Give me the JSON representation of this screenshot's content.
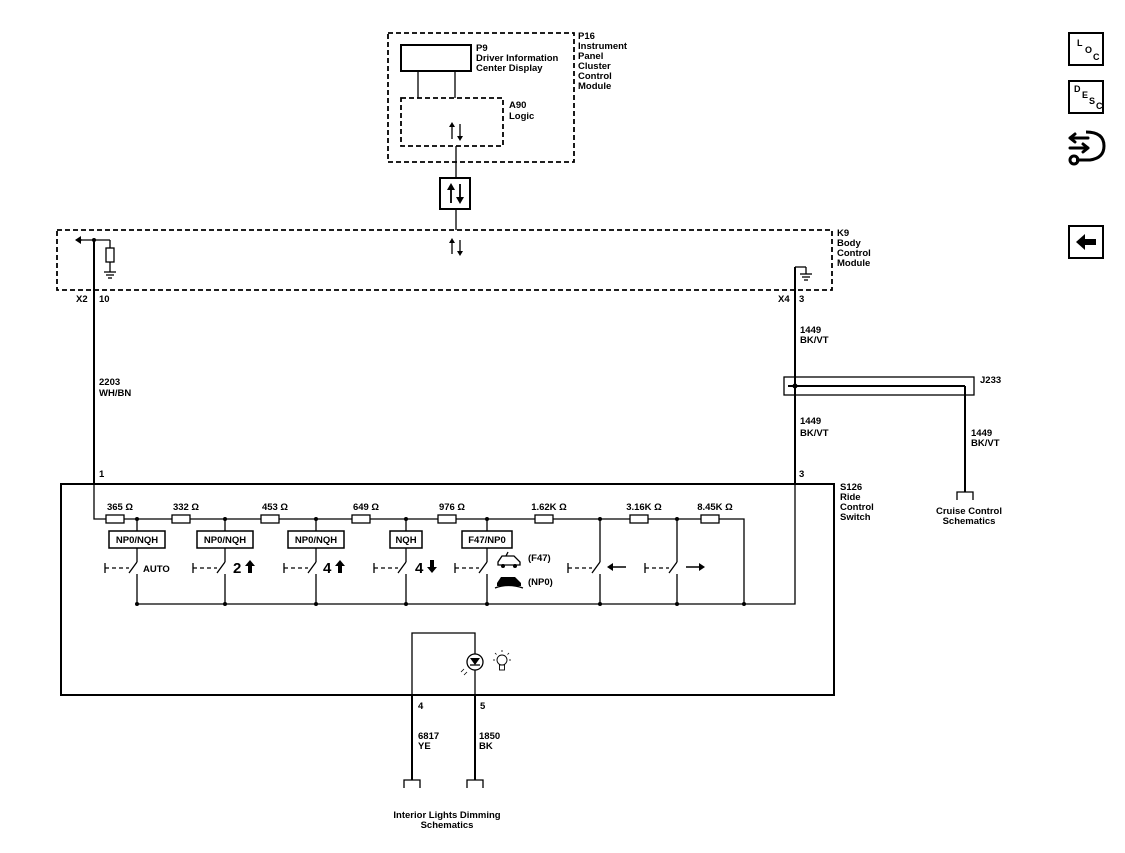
{
  "modules": {
    "p16": {
      "ref": "P16",
      "lines": [
        "Instrument",
        "Panel",
        "Cluster",
        "Control",
        "Module"
      ]
    },
    "p9": {
      "ref": "P9",
      "lines": [
        "Driver Information",
        "Center Display"
      ]
    },
    "a90": {
      "ref": "A90",
      "lines": [
        "Logic"
      ]
    },
    "k9": {
      "ref": "K9",
      "lines": [
        "Body",
        "Control",
        "Module"
      ]
    },
    "s126": {
      "ref": "S126",
      "lines": [
        "Ride",
        "Control",
        "Switch"
      ]
    },
    "j233": {
      "ref": "J233"
    }
  },
  "connectors": {
    "k9_x2": {
      "conn": "X2",
      "pin": "10"
    },
    "k9_x4": {
      "conn": "X4",
      "pin": "3"
    },
    "s126_p1": "1",
    "s126_p3": "3",
    "s126_p4": "4",
    "s126_p5": "5"
  },
  "wires": {
    "w2203": {
      "circuit": "2203",
      "color": "WH/BN"
    },
    "w1449a": {
      "circuit": "1449",
      "color": "BK/VT"
    },
    "w1449b": {
      "circuit": "1449",
      "color": "BK/VT"
    },
    "w1449c": {
      "circuit": "1449",
      "color": "BK/VT"
    },
    "w6817": {
      "circuit": "6817",
      "color": "YE"
    },
    "w1850": {
      "circuit": "1850",
      "color": "BK"
    }
  },
  "resistors": [
    "365",
    "332",
    "453",
    "649",
    "976",
    "1.62K",
    "3.16K",
    "8.45K"
  ],
  "ohm": "Ω",
  "option_boxes": [
    "NP0/NQH",
    "NP0/NQH",
    "NP0/NQH",
    "NQH",
    "F47/NP0"
  ],
  "switch_labels": {
    "auto": "AUTO",
    "two": "2",
    "four_high": "4",
    "four_low": "4",
    "f47": "(F47)",
    "np0": "(NP0)"
  },
  "references": {
    "cruise": [
      "Cruise Control",
      "Schematics"
    ],
    "interior": [
      "Interior Lights Dimming",
      "Schematics"
    ]
  },
  "nav": {
    "loc": [
      "L",
      "O",
      "C"
    ],
    "desc": [
      "D",
      "E",
      "S",
      "C"
    ]
  }
}
